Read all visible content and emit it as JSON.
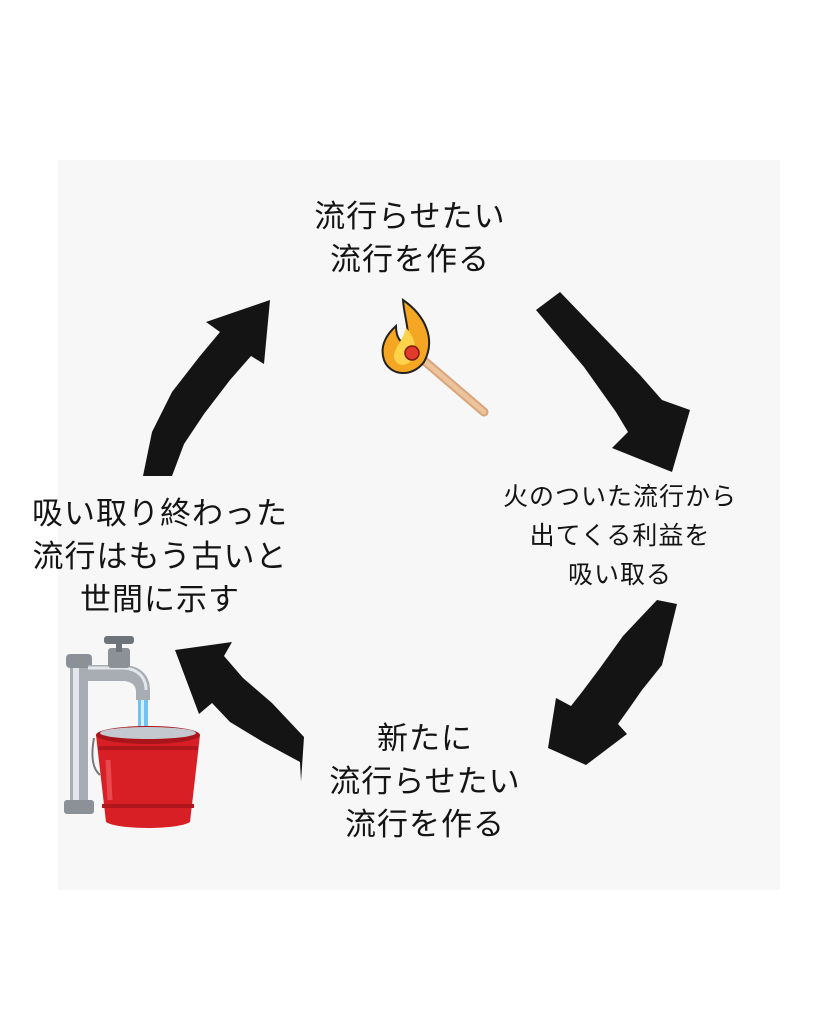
{
  "diagram": {
    "nodes": [
      {
        "id": "top",
        "lines": [
          "流行らせたい",
          "流行を作る"
        ],
        "icon": "burning-match-icon"
      },
      {
        "id": "right",
        "lines": [
          "火のついた流行から",
          "出てくる利益を",
          "吸い取る"
        ]
      },
      {
        "id": "bottom",
        "lines": [
          "新たに",
          "流行らせたい",
          "流行を作る"
        ]
      },
      {
        "id": "left",
        "lines": [
          "吸い取り終わった",
          "流行はもう古いと",
          "世間に示す"
        ],
        "icon": "faucet-bucket-icon"
      }
    ],
    "edges": [
      {
        "from": "top",
        "to": "right"
      },
      {
        "from": "right",
        "to": "bottom"
      },
      {
        "from": "bottom",
        "to": "left"
      },
      {
        "from": "left",
        "to": "top"
      }
    ]
  },
  "colors": {
    "arrow": "#141414",
    "text": "#141414",
    "panel": "#f7f7f7",
    "flame": "#f5a623",
    "bucket": "#d81f26",
    "water": "#59b8f0"
  }
}
